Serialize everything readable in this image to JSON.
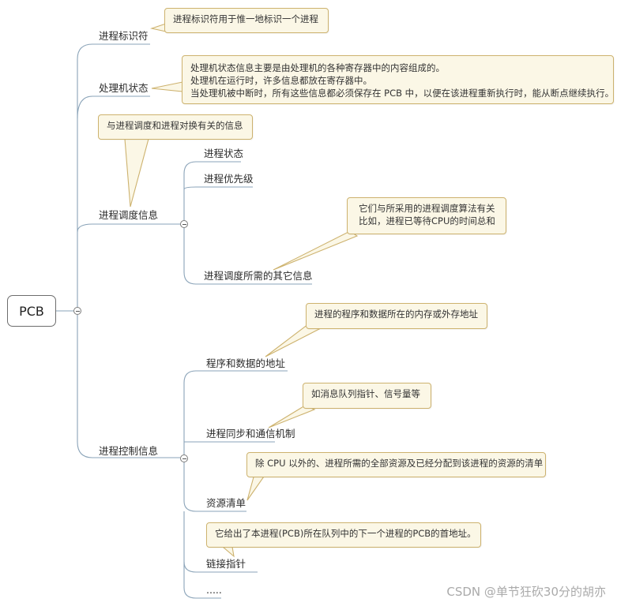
{
  "root": "PCB",
  "branches": [
    {
      "id": "b1",
      "label": "进程标识符",
      "note": [
        "进程标识符用于惟一地标识一个进程"
      ]
    },
    {
      "id": "b2",
      "label": "处理机状态",
      "note": [
        "处理机状态信息主要是由处理机的各种寄存器中的内容组成的。",
        "处理机在运行时，许多信息都放在寄存器中。",
        "当处理机被中断时，所有这些信息都必须保存在 PCB 中，以便在该进程重新执行时，能从断点继续执行。"
      ]
    },
    {
      "id": "b3",
      "label": "进程调度信息",
      "note": [
        "与进程调度和进程对换有关的信息"
      ],
      "children": [
        {
          "label": "进程状态"
        },
        {
          "label": "进程优先级"
        },
        {
          "label": "进程调度所需的其它信息",
          "note": [
            "它们与所采用的进程调度算法有关",
            "比如，进程已等待CPU的时间总和"
          ]
        }
      ]
    },
    {
      "id": "b4",
      "label": "进程控制信息",
      "children": [
        {
          "label": "程序和数据的地址",
          "note": [
            "进程的程序和数据所在的内存或外存地址"
          ]
        },
        {
          "label": "进程同步和通信机制",
          "note": [
            "如消息队列指针、信号量等"
          ]
        },
        {
          "label": "资源清单",
          "note": [
            "除 CPU 以外的、进程所需的全部资源及已经分配到该进程的资源的清单"
          ]
        },
        {
          "label": "链接指针",
          "note": [
            "它给出了本进程(PCB)所在队列中的下一个进程的PCB的首地址。"
          ]
        },
        {
          "label": "....."
        }
      ]
    }
  ],
  "watermark": "CSDN @单节狂砍30分的胡亦",
  "colors": {
    "line": "#8aa3b8",
    "callout_bg": "#fbf7e6",
    "callout_border": "#cdb26e"
  }
}
